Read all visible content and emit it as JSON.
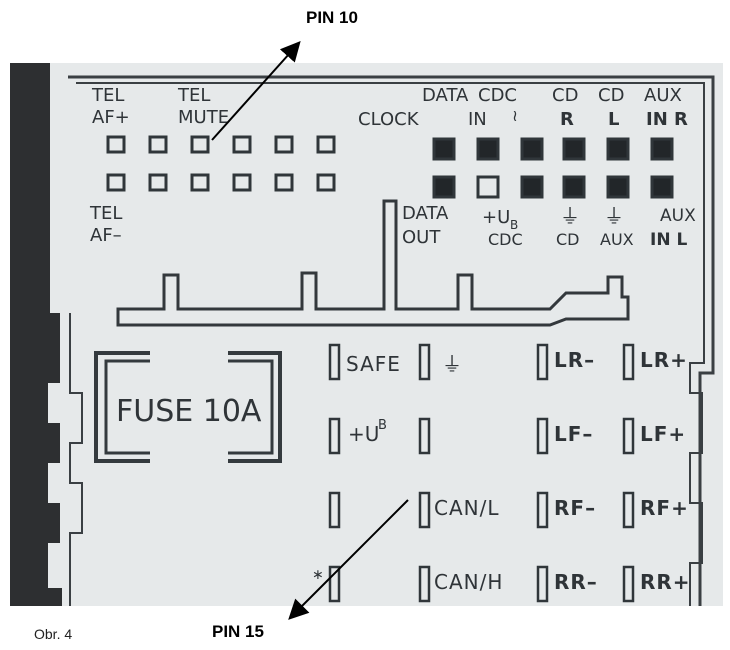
{
  "callouts": {
    "pin10": "PIN 10",
    "pin15": "PIN 15"
  },
  "caption": "Obr. 4",
  "top_labels": {
    "tel_af_plus_1": "TEL",
    "tel_af_plus_2": "AF+",
    "tel_mute_1": "TEL",
    "tel_mute_2": "MUTE",
    "tel_af_minus_1": "TEL",
    "tel_af_minus_2": "AF–",
    "data_clock_1": "DATA",
    "data_clock_2": "CLOCK",
    "cdc_in_1": "CDC",
    "cdc_in_2": "IN",
    "cd_r_1": "CD",
    "cd_r_2": "R",
    "cd_l_1": "CD",
    "cd_l_2": "L",
    "aux_in_r_1": "AUX",
    "aux_in_r_2": "IN R",
    "data_out_1": "DATA",
    "data_out_2": "OUT",
    "ub_cdc_1": "+U",
    "ub_cdc_sub": "B",
    "ub_cdc_2": "CDC",
    "gnd_cd": "CD",
    "gnd_aux": "AUX",
    "aux_in_l_1": "AUX",
    "aux_in_l_2": "IN L"
  },
  "fuse": "FUSE 10A",
  "terminals": {
    "safe": "SAFE",
    "ub_sym": "+U",
    "ub_sub": "B",
    "can_l": "CAN/L",
    "can_h": "CAN/H",
    "lr_minus": "LR–",
    "lr_plus": "LR+",
    "lf_minus": "LF–",
    "lf_plus": "LF+",
    "rf_minus": "RF–",
    "rf_plus": "RF+",
    "rr_minus": "RR–",
    "rr_plus": "RR+"
  },
  "colors": {
    "photo_frame": "#2d2f31",
    "paper": "#e6e9ea",
    "ink": "#2f3438"
  }
}
